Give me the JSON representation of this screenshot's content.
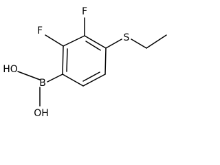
{
  "structure": {
    "atoms": {
      "f_top": "F",
      "f_left": "F",
      "sulfur": "S",
      "boron": "B",
      "hydroxyl_upper": "HO",
      "hydroxyl_lower": "OH"
    },
    "colors": {
      "bond": "#000000",
      "label": "#000000",
      "background": "#ffffff"
    }
  }
}
